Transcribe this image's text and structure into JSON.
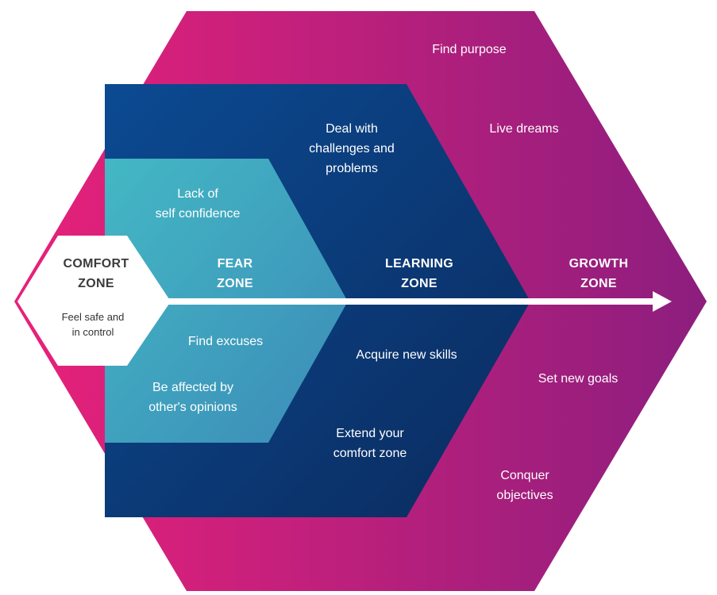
{
  "colors": {
    "growth_start": "#e8217a",
    "growth_end": "#8c1e7e",
    "learning_start": "#0b4a92",
    "learning_end": "#0b2b5e",
    "fear_start": "#43b8c4",
    "fear_end": "#3c8bb8",
    "comfort_fill": "#ffffff",
    "arrow": "#ffffff"
  },
  "zones": {
    "comfort": {
      "title": "COMFORT\nZONE",
      "items": [
        "Feel safe and\nin control"
      ]
    },
    "fear": {
      "title": "FEAR\nZONE",
      "items": [
        "Lack of\nself confidence",
        "Find excuses",
        "Be affected by\nother's opinions"
      ]
    },
    "learning": {
      "title": "LEARNING\nZONE",
      "items": [
        "Deal with\nchallenges and\nproblems",
        "Acquire new skills",
        "Extend your\ncomfort zone"
      ]
    },
    "growth": {
      "title": "GROWTH\nZONE",
      "items": [
        "Find purpose",
        "Live dreams",
        "Set new goals",
        "Conquer\nobjectives"
      ]
    }
  }
}
